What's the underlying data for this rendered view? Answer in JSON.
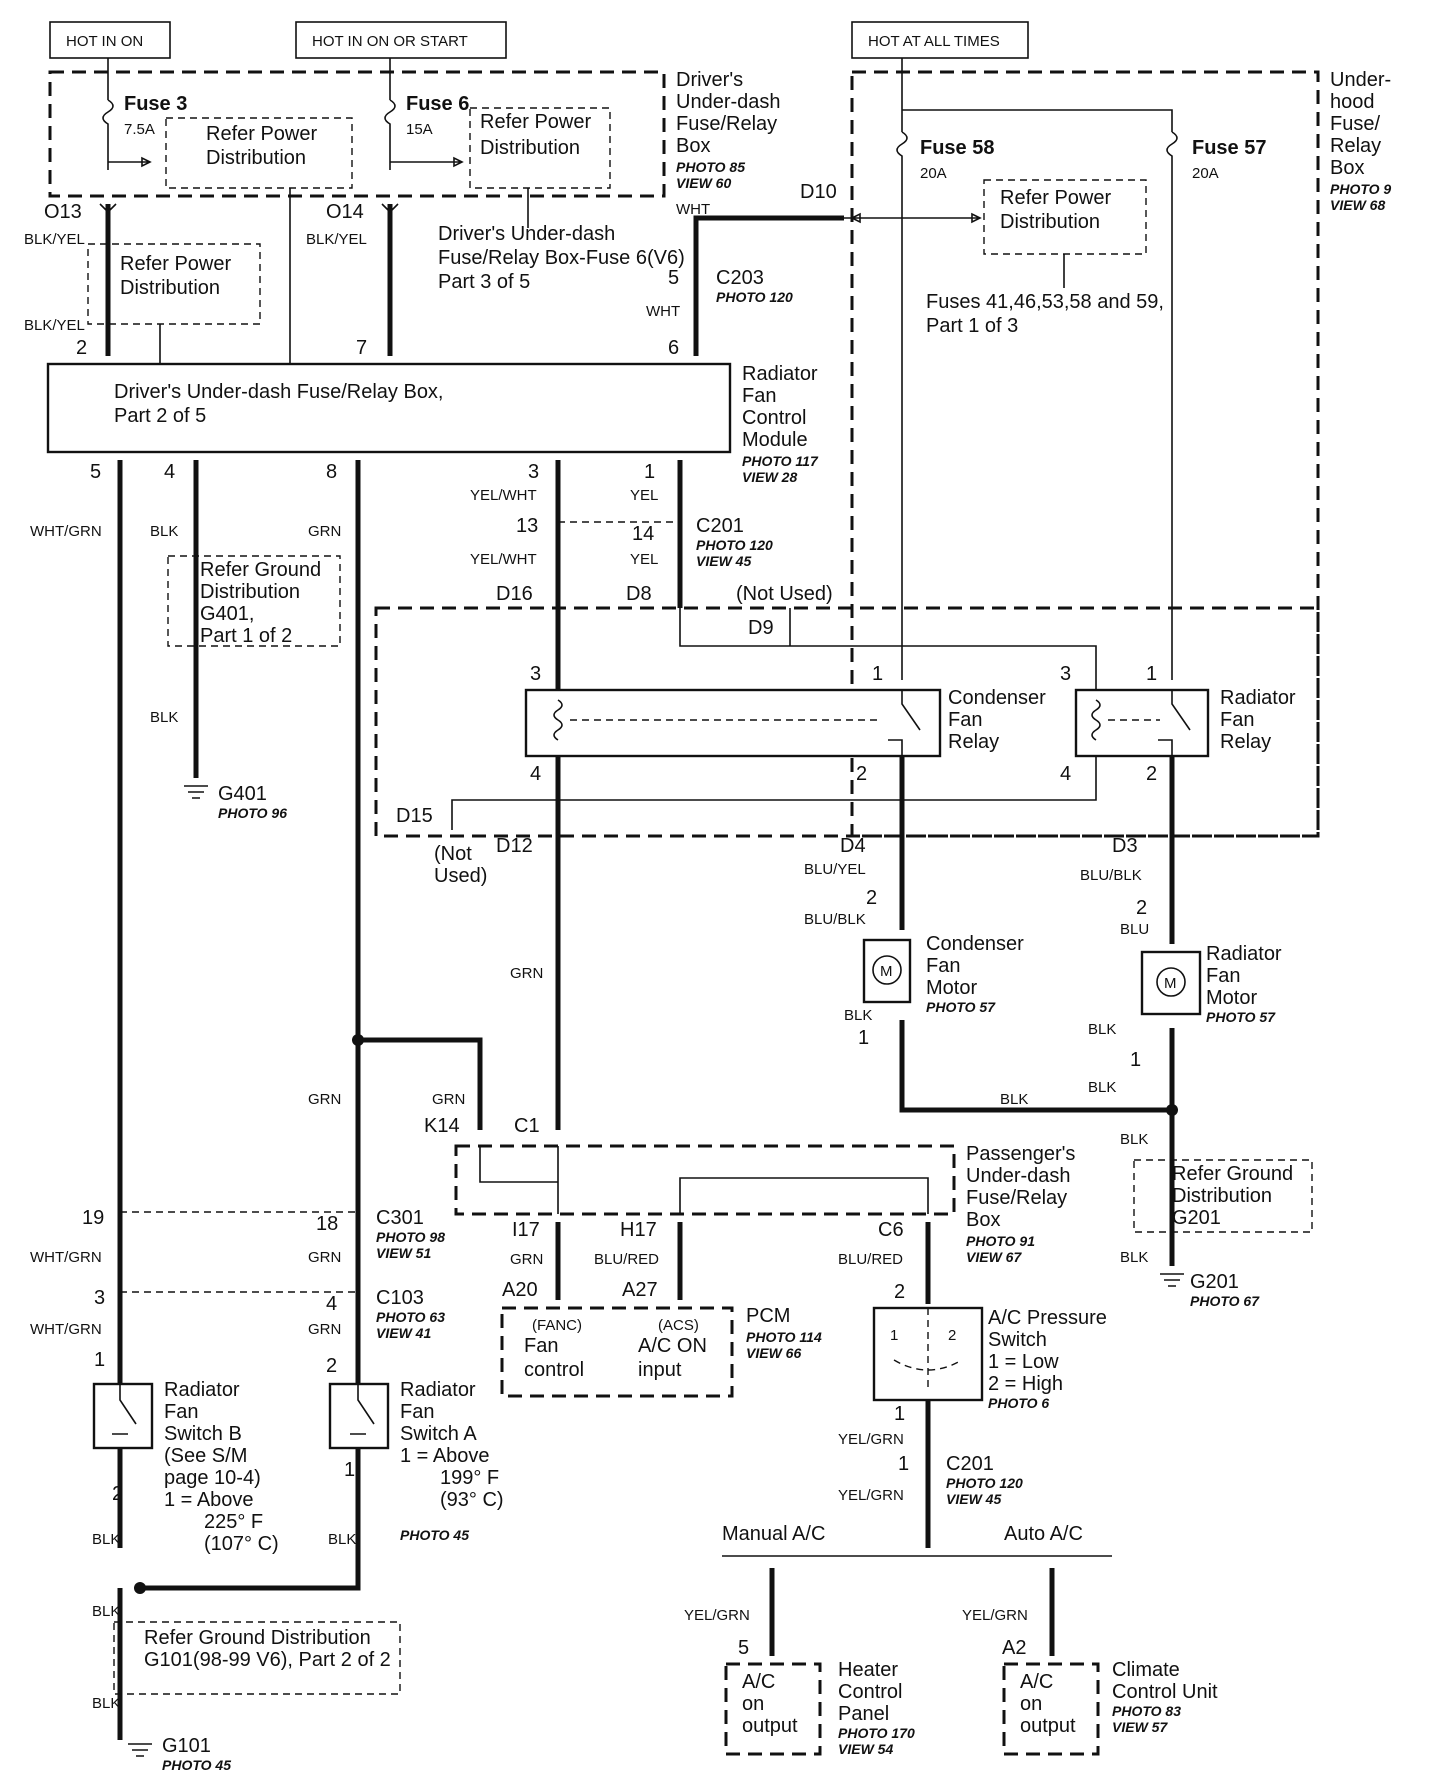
{
  "headers": {
    "hot_in_on": "HOT IN ON",
    "hot_in_on_or_start": "HOT IN ON OR START",
    "hot_at_all_times": "HOT AT ALL TIMES"
  },
  "driver_box": {
    "fuse3": "Fuse 3",
    "fuse3_amp": "7.5A",
    "fuse6": "Fuse 6",
    "fuse6_amp": "15A",
    "refer_power": "Refer Power",
    "distribution": "Distribution",
    "title": [
      "Driver's",
      "Under-dash",
      "Fuse/Relay",
      "Box"
    ],
    "photo": "PHOTO 85",
    "view": "VIEW 60",
    "fuse6_ref": [
      "Driver's Under-dash",
      "Fuse/Relay Box-Fuse 6(V6)",
      "Part 3 of 5"
    ],
    "part_box": [
      "Driver's Under-dash Fuse/Relay Box,",
      "Part 2 of 5"
    ]
  },
  "underhood": {
    "title": [
      "Under-",
      "hood",
      "Fuse/",
      "Relay",
      "Box"
    ],
    "photo": "PHOTO 9",
    "view": "VIEW 68",
    "fuse58": "Fuse 58",
    "fuse58_amp": "20A",
    "fuse57": "Fuse 57",
    "fuse57_amp": "20A",
    "refer_power": "Refer Power",
    "distribution": "Distribution",
    "fuses_ref": [
      "Fuses 41,46,53,58 and 59,",
      "Part 1 of 3"
    ]
  },
  "rfcm": {
    "title": [
      "Radiator",
      "Fan",
      "Control",
      "Module"
    ],
    "photo": "PHOTO 117",
    "view": "VIEW 28"
  },
  "connectors": {
    "o13": "O13",
    "o14": "O14",
    "d10": "D10",
    "c203": "C203",
    "c203_photo": "PHOTO 120",
    "c201": "C201",
    "c201_photo": "PHOTO 120",
    "c201_view": "VIEW 45",
    "d16": "D16",
    "d8": "D8",
    "d9": "D9",
    "not_used": "(Not Used)",
    "d15": "D15",
    "d12": "D12",
    "d4": "D4",
    "d3": "D3",
    "not": "(Not",
    "used": "Used)",
    "k14": "K14",
    "c1": "C1",
    "i17": "I17",
    "h17": "H17",
    "c6": "C6",
    "a20": "A20",
    "a27": "A27",
    "c301": "C301",
    "c301_photo": "PHOTO 98",
    "c301_view": "VIEW 51",
    "c103": "C103",
    "c103_photo": "PHOTO 63",
    "c103_view": "VIEW 41",
    "c201b": "C201",
    "c201b_photo": "PHOTO 120",
    "c201b_view": "VIEW 45",
    "p5": "5",
    "pa2": "A2"
  },
  "wires": {
    "blk_yel": "BLK/YEL",
    "wht": "WHT",
    "wht_grn": "WHT/GRN",
    "blk": "BLK",
    "grn": "GRN",
    "yel_wht": "YEL/WHT",
    "yel": "YEL",
    "blu_yel": "BLU/YEL",
    "blu_blk": "BLU/BLK",
    "blu": "BLU",
    "blu_red": "BLU/RED",
    "yel_grn": "YEL/GRN"
  },
  "ground": {
    "refer": "Refer Ground",
    "distribution": "Distribution",
    "g401": "G401",
    "g401_ref": "G401,",
    "part1of2": "Part 1 of 2",
    "g401_photo": "PHOTO 96",
    "g201": "G201",
    "g201_photo": "PHOTO 67",
    "refer_dist": "Refer Ground Distribution",
    "g101_ref": "G101(98-99 V6), Part 2 of 2",
    "g101": "G101",
    "g101_photo": "PHOTO 45"
  },
  "relays": {
    "condenser": [
      "Condenser",
      "Fan",
      "Relay"
    ],
    "radiator": [
      "Radiator",
      "Fan",
      "Relay"
    ]
  },
  "motors": {
    "condenser": [
      "Condenser",
      "Fan",
      "Motor"
    ],
    "condenser_photo": "PHOTO 57",
    "radiator": [
      "Radiator",
      "Fan",
      "Motor"
    ],
    "radiator_photo": "PHOTO 57",
    "m": "M"
  },
  "passenger_box": {
    "title": [
      "Passenger's",
      "Under-dash",
      "Fuse/Relay",
      "Box"
    ],
    "photo": "PHOTO 91",
    "view": "VIEW 67"
  },
  "pcm": {
    "title": "PCM",
    "photo": "PHOTO 114",
    "view": "VIEW 66",
    "fanc": "(FANC)",
    "fan_control": [
      "Fan",
      "control"
    ],
    "acs": "(ACS)",
    "ac_on": [
      "A/C ON",
      "input"
    ]
  },
  "ac_switch": {
    "title": [
      "A/C Pressure",
      "Switch",
      "1 = Low",
      "2 = High"
    ],
    "photo": "PHOTO 6"
  },
  "switches": {
    "b": [
      "Radiator",
      "Fan",
      "Switch B",
      "(See S/M",
      "page 10-4)",
      "1 =  Above",
      "225° F",
      "(107° C)"
    ],
    "a": [
      "Radiator",
      "Fan",
      "Switch A",
      "1 =  Above",
      "199° F",
      "(93° C)"
    ],
    "a_photo": "PHOTO 45"
  },
  "branch": {
    "manual": "Manual A/C",
    "auto": "Auto A/C"
  },
  "outputs": {
    "ac_on_output": [
      "A/C",
      "on",
      "output"
    ],
    "heater": [
      "Heater",
      "Control",
      "Panel"
    ],
    "heater_photo": "PHOTO 170",
    "heater_view": "VIEW 54",
    "climate": [
      "Climate",
      "Control Unit"
    ],
    "climate_photo": "PHOTO 83",
    "climate_view": "VIEW 57"
  },
  "pins": {
    "n1": "1",
    "n2": "2",
    "n3": "3",
    "n4": "4",
    "n5": "5",
    "n6": "6",
    "n7": "7",
    "n8": "8",
    "n13": "13",
    "n14": "14",
    "n18": "18",
    "n19": "19"
  }
}
